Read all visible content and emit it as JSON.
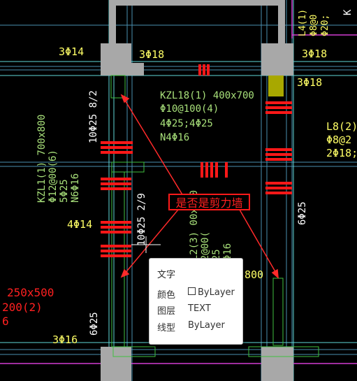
{
  "drawing": {
    "rebar_labels": {
      "top_left": "3Φ14",
      "top_mid": "3Φ18",
      "top_right": "3Φ18",
      "right_mid": "3Φ18",
      "left_mid": "4Φ14",
      "bottom_left": "3Φ16",
      "vert_a": "10Φ25 8/2",
      "vert_b": "10Φ25 2/9",
      "vert_c": "6Φ25",
      "vert_d": "6Φ25"
    },
    "beam_kzl18": [
      "KZL18(1) 400x700",
      "Φ10@100(4)",
      "4Φ25;4Φ25",
      "N4Φ16"
    ],
    "beam_kzl1": [
      "KZL1(1) 700x800",
      "Φ12@00(6)",
      "5Φ25",
      "N6Φ16"
    ],
    "beam_kzl2": [
      "KZL2(3) 00x800",
      "Φ12@00(",
      "5Φ25",
      "N6Φ16"
    ],
    "beam_l8": [
      "L8(2)",
      "Φ8@2",
      "2Φ18;"
    ],
    "beam_l4": [
      "L4(1)",
      "Φ8@0",
      "Φ20;"
    ],
    "red_left": [
      "250x500",
      "200(2)",
      "6"
    ],
    "dim_800": "800",
    "top_right_k": "K"
  },
  "callout": {
    "text": "是否是剪力墙"
  },
  "tooltip": {
    "title": "文字",
    "rows": [
      {
        "label": "颜色",
        "value": "ByLayer",
        "swatch": true
      },
      {
        "label": "图层",
        "value": "TEXT"
      },
      {
        "label": "线型",
        "value": "ByLayer"
      }
    ]
  },
  "colors": {
    "background": "#000000",
    "gray_column": "#a8a8a8",
    "yellow_text": "#ffff66",
    "green_text": "#a8e07a",
    "cyan_line": "#5fd8d8",
    "red_rebar": "#ff1818",
    "magenta": "#d23cd2",
    "olive_block": "#a8a800"
  }
}
